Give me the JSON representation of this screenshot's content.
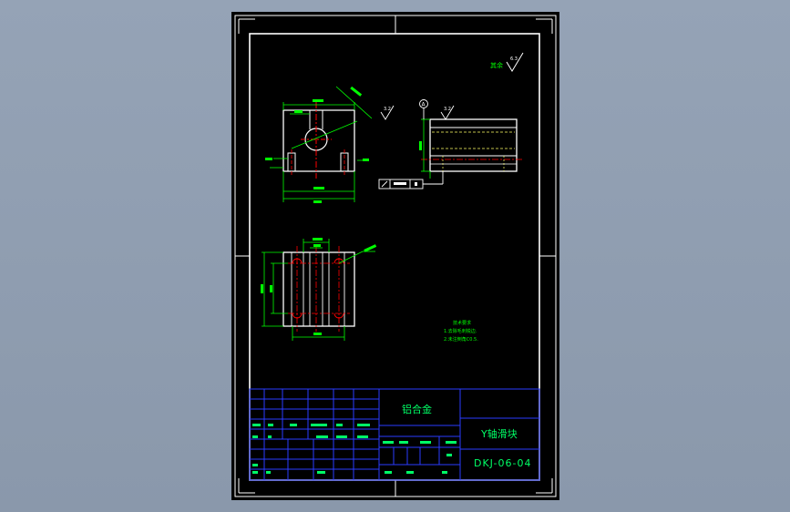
{
  "drawing": {
    "material": "铝合金",
    "part_name": "Y轴滑块",
    "drawing_number": "DKJ-06-04",
    "surface_note": "其余",
    "roughness_main": "6.3",
    "roughness_a": "3.2",
    "roughness_b": "3.2",
    "datum_letter": "A",
    "tech_title": "技术要求",
    "tech_line1": "1.去除毛刺锐边.",
    "tech_line2": "2.未注倒角C0.5."
  },
  "colors": {
    "background": "#000000",
    "frame": "#ffffff",
    "outline": "#ffffff",
    "dimension": "#00ff00",
    "centerline": "#ff0000",
    "hidden": "#ffff66",
    "table_grid": "#2a3cff",
    "table_text": "#00ff66"
  }
}
